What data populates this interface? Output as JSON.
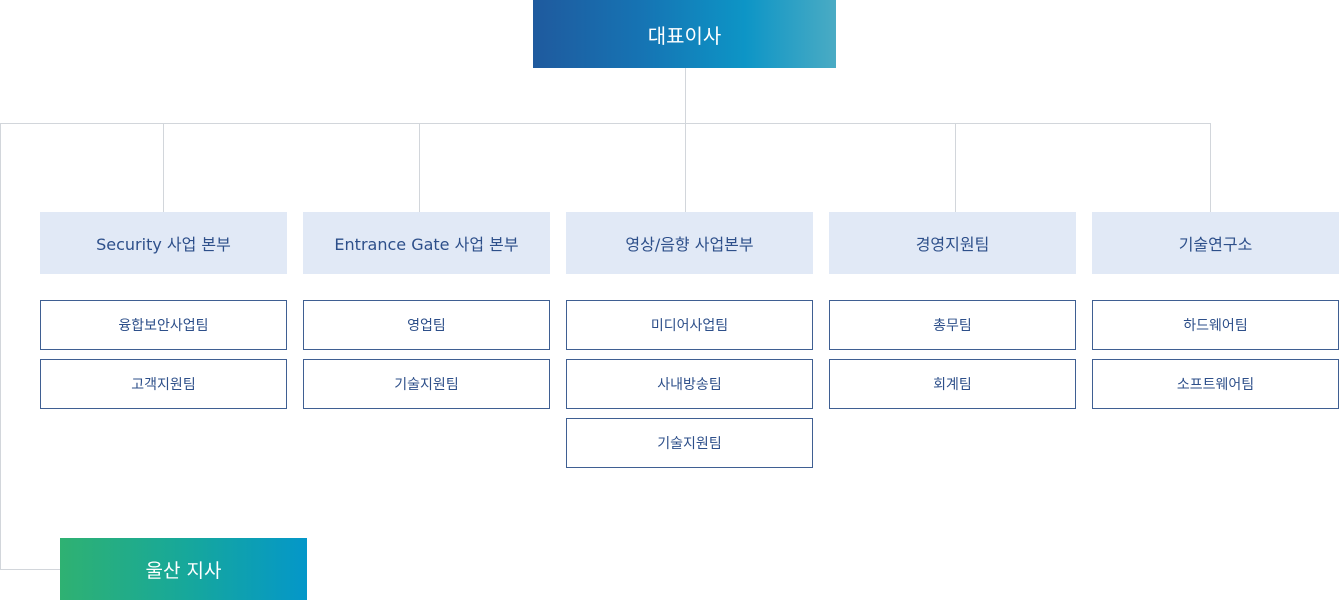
{
  "ceo": {
    "label": "대표이사"
  },
  "divisions": [
    {
      "label": "Security 사업 본부",
      "teams": [
        "융합보안사업팀",
        "고객지원팀"
      ]
    },
    {
      "label": "Entrance Gate 사업 본부",
      "teams": [
        "영업팀",
        "기술지원팀"
      ]
    },
    {
      "label": "영상/음향 사업본부",
      "teams": [
        "미디어사업팀",
        "사내방송팀",
        "기술지원팀"
      ]
    },
    {
      "label": "경영지원팀",
      "teams": [
        "총무팀",
        "회계팀"
      ]
    },
    {
      "label": "기술연구소",
      "teams": [
        "하드웨어팀",
        "소프트웨어팀"
      ]
    }
  ],
  "branch": {
    "label": "울산 지사"
  }
}
